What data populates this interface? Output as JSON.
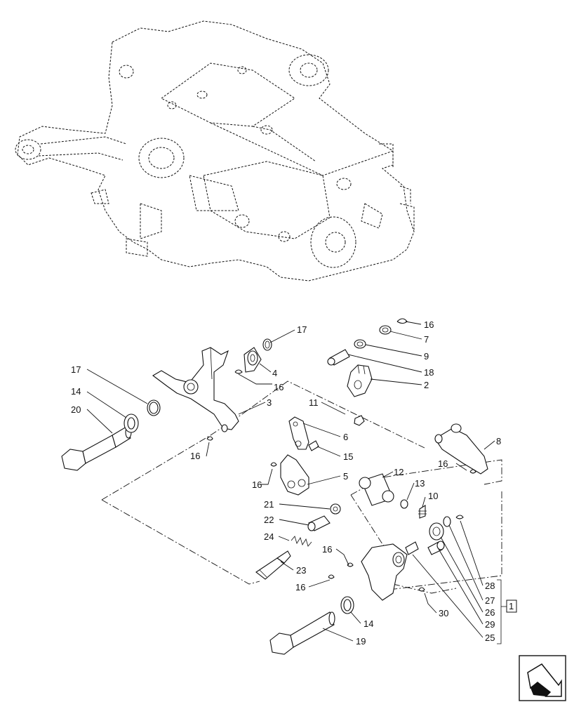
{
  "diagram": {
    "callouts": [
      {
        "id": "c17a",
        "label": "17"
      },
      {
        "id": "c17b",
        "label": "17"
      },
      {
        "id": "c4",
        "label": "4"
      },
      {
        "id": "c16a",
        "label": "16"
      },
      {
        "id": "c3",
        "label": "3"
      },
      {
        "id": "c14a",
        "label": "14"
      },
      {
        "id": "c20",
        "label": "20"
      },
      {
        "id": "c16b",
        "label": "16"
      },
      {
        "id": "c16c",
        "label": "16"
      },
      {
        "id": "c7",
        "label": "7"
      },
      {
        "id": "c9",
        "label": "9"
      },
      {
        "id": "c18",
        "label": "18"
      },
      {
        "id": "c2",
        "label": "2"
      },
      {
        "id": "c11",
        "label": "11"
      },
      {
        "id": "c6",
        "label": "6"
      },
      {
        "id": "c15",
        "label": "15"
      },
      {
        "id": "c16d",
        "label": "16"
      },
      {
        "id": "c5",
        "label": "5"
      },
      {
        "id": "c8",
        "label": "8"
      },
      {
        "id": "c16e",
        "label": "16"
      },
      {
        "id": "c12",
        "label": "12"
      },
      {
        "id": "c13",
        "label": "13"
      },
      {
        "id": "c10",
        "label": "10"
      },
      {
        "id": "c21",
        "label": "21"
      },
      {
        "id": "c22",
        "label": "22"
      },
      {
        "id": "c24",
        "label": "24"
      },
      {
        "id": "c23",
        "label": "23"
      },
      {
        "id": "c16f",
        "label": "16"
      },
      {
        "id": "c16g",
        "label": "16"
      },
      {
        "id": "c14b",
        "label": "14"
      },
      {
        "id": "c19",
        "label": "19"
      },
      {
        "id": "c30",
        "label": "30"
      },
      {
        "id": "c28",
        "label": "28"
      },
      {
        "id": "c27",
        "label": "27"
      },
      {
        "id": "c26",
        "label": "26"
      },
      {
        "id": "c29",
        "label": "29"
      },
      {
        "id": "c25",
        "label": "25"
      }
    ],
    "kit_label": "1",
    "nav_icon": "next-page-arrow-icon"
  }
}
